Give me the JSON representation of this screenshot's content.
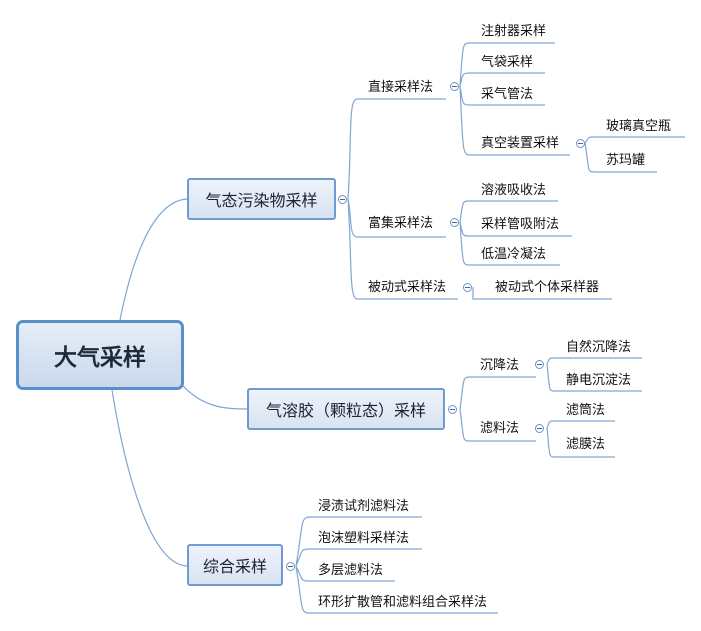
{
  "root": {
    "label": "大气采样"
  },
  "branches": [
    {
      "label": "气态污染物采样",
      "groups": [
        {
          "label": "直接采样法",
          "items": [
            "注射器采样",
            "气袋采样",
            "采气管法",
            "真空装置采样"
          ],
          "sub": {
            "parent": "真空装置采样",
            "items": [
              "玻璃真空瓶",
              "苏玛罐"
            ]
          }
        },
        {
          "label": "富集采样法",
          "items": [
            "溶液吸收法",
            "采样管吸附法",
            "低温冷凝法"
          ]
        },
        {
          "label": "被动式采样法",
          "items": [
            "被动式个体采样器"
          ]
        }
      ]
    },
    {
      "label": "气溶胶（颗粒态）采样",
      "groups": [
        {
          "label": "沉降法",
          "items": [
            "自然沉降法",
            "静电沉淀法"
          ]
        },
        {
          "label": "滤料法",
          "items": [
            "滤筒法",
            "滤膜法"
          ]
        }
      ]
    },
    {
      "label": "综合采样",
      "items": [
        "浸渍试剂滤料法",
        "泡沫塑料采样法",
        "多层滤料法",
        "环形扩散管和滤料组合采样法"
      ]
    }
  ],
  "colors": {
    "line": "#7fa6d4",
    "node_border": "#6f9bd0",
    "root_border": "#5b8fc9"
  }
}
